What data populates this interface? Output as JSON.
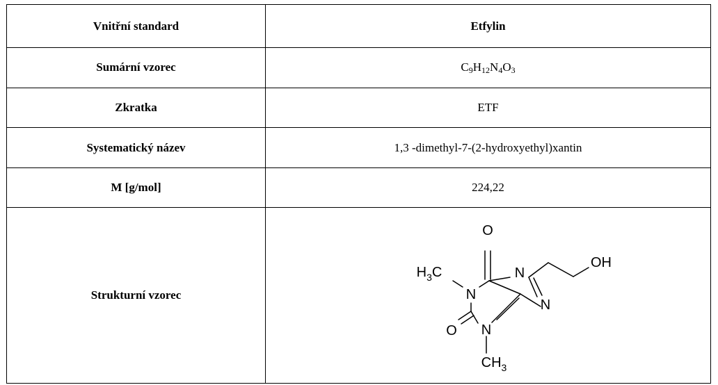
{
  "table": {
    "header": {
      "label": "Vnitřní standard",
      "value": "Etfylin"
    },
    "rows": [
      {
        "label": "Sumární vzorec",
        "formula": [
          {
            "t": "C"
          },
          {
            "s": "9"
          },
          {
            "t": "H"
          },
          {
            "s": "12"
          },
          {
            "t": "N"
          },
          {
            "s": "4"
          },
          {
            "t": "O"
          },
          {
            "s": "3"
          }
        ]
      },
      {
        "label": "Zkratka",
        "value": "ETF"
      },
      {
        "label": "Systematický název",
        "value": "1,3 -dimethyl-7-(2-hydroxyethyl)xantin"
      },
      {
        "label": "M [g/mol]",
        "value": "224,22"
      },
      {
        "label": "Strukturní vzorec"
      }
    ]
  },
  "structure": {
    "atoms": {
      "o_top": "O",
      "ch3_top": "H3C",
      "n1": "N",
      "n7": "N",
      "oh": "OH",
      "o_left": "O",
      "n3": "N",
      "n9": "N",
      "ch3_bottom": "CH3"
    }
  }
}
